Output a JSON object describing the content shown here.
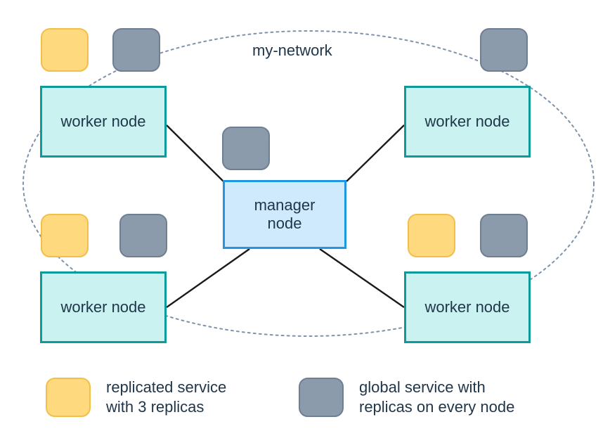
{
  "diagram": {
    "network_label": "my-network",
    "manager": {
      "label": "manager\nnode"
    },
    "workers": [
      {
        "label": "worker node"
      },
      {
        "label": "worker node"
      },
      {
        "label": "worker node"
      },
      {
        "label": "worker node"
      }
    ],
    "colors": {
      "worker_fill": "#c9f2f0",
      "worker_border": "#0e9a98",
      "manager_fill": "#cfeafc",
      "manager_border": "#2196e3",
      "replicated_fill": "#ffd97d",
      "replicated_border": "#f0c04b",
      "global_fill": "#8c9bab",
      "global_border": "#6e7f91",
      "network_outline": "#7e93ab",
      "link_line": "#1a1a1a",
      "text": "#20364b"
    }
  },
  "legend": {
    "items": [
      {
        "swatch": "replicated-service-swatch",
        "label": "replicated service\nwith 3 replicas"
      },
      {
        "swatch": "global-service-swatch",
        "label": "global service with\nreplicas on every node"
      }
    ]
  }
}
